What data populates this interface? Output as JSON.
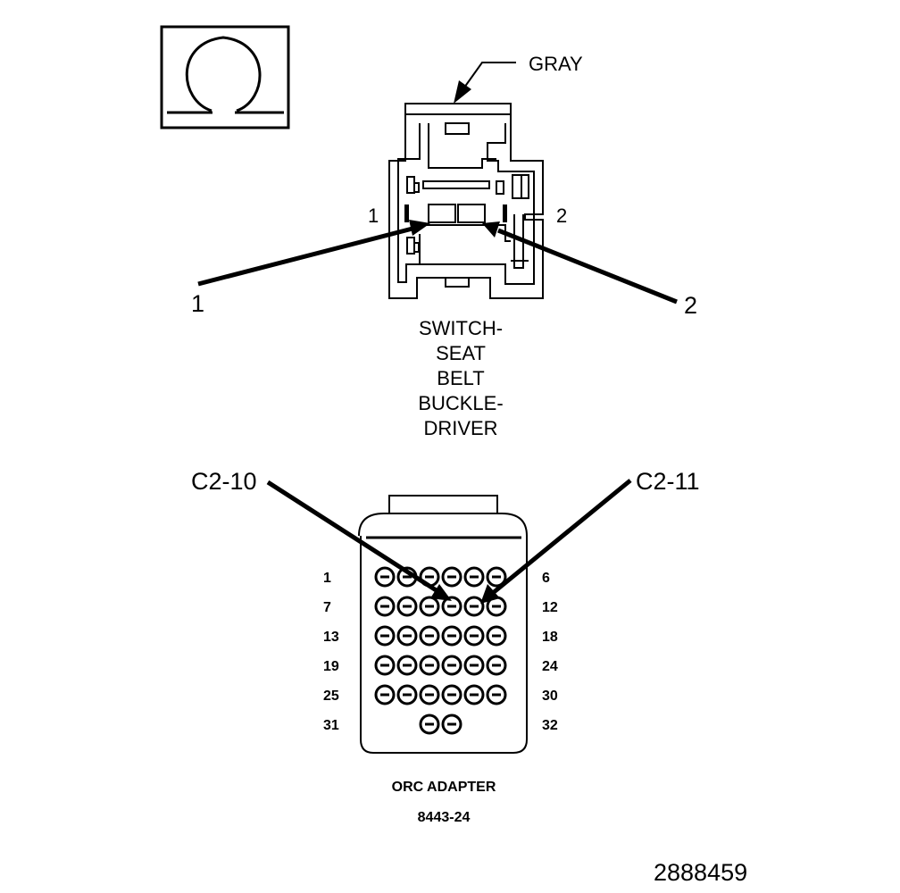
{
  "ohm_icon": {
    "icon": "ohm-symbol-icon",
    "glyph": "Ω"
  },
  "seat_belt_connector": {
    "wire_color": "GRAY",
    "cavity_labels": [
      "1",
      "2"
    ],
    "callouts": [
      "1",
      "2"
    ],
    "name_lines": [
      "SWITCH-",
      "SEAT",
      "BELT",
      "BUCKLE-",
      "DRIVER"
    ]
  },
  "orc_adapter": {
    "callouts": [
      "C2-10",
      "C2-11"
    ],
    "row_labels_left": [
      "1",
      "7",
      "13",
      "19",
      "25",
      "31"
    ],
    "row_labels_right": [
      "6",
      "12",
      "18",
      "24",
      "30",
      "32"
    ],
    "name": "ORC ADAPTER",
    "part_number": "8443-24"
  },
  "figure_id": "2888459"
}
